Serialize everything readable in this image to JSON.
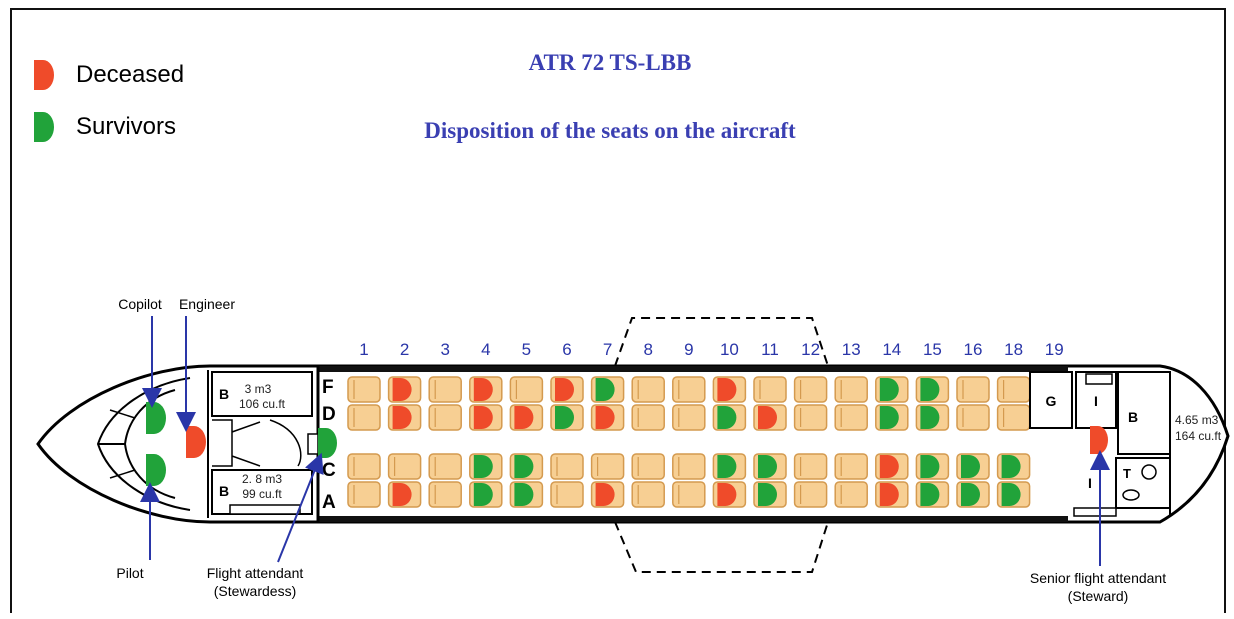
{
  "title": "ATR 72 TS-LBB",
  "subtitle": "Disposition of the seats on the aircraft",
  "legend": [
    {
      "label": "Deceased",
      "color": "#ef4b2a"
    },
    {
      "label": "Survivors",
      "color": "#21a33a"
    }
  ],
  "colors": {
    "deceased": "#ef4b2a",
    "survivor": "#21a33a",
    "empty_seat": "#f7cf93",
    "seat_outline": "#d49a4f",
    "title": "#3a3fb2",
    "arrow": "#2a36a8"
  },
  "row_numbers": [
    "1",
    "2",
    "3",
    "4",
    "5",
    "6",
    "7",
    "8",
    "9",
    "10",
    "11",
    "12",
    "13",
    "14",
    "15",
    "16",
    "18",
    "19"
  ],
  "column_letters": [
    "F",
    "D",
    "C",
    "A"
  ],
  "cabin_seats": {
    "F": [
      "",
      "deceased",
      "",
      "deceased",
      "",
      "deceased",
      "survivor",
      "",
      "",
      "deceased",
      "",
      "",
      "",
      "survivor",
      "survivor",
      "",
      ""
    ],
    "D": [
      "",
      "deceased",
      "",
      "deceased",
      "deceased",
      "survivor",
      "deceased",
      "",
      "",
      "survivor",
      "deceased",
      "",
      "",
      "survivor",
      "survivor",
      "",
      ""
    ],
    "C": [
      "",
      "",
      "",
      "survivor",
      "survivor",
      "",
      "",
      "",
      "",
      "survivor",
      "survivor",
      "",
      "",
      "deceased",
      "survivor",
      "survivor",
      "survivor"
    ],
    "A": [
      "",
      "deceased",
      "",
      "survivor",
      "survivor",
      "",
      "deceased",
      "",
      "",
      "deceased",
      "survivor",
      "",
      "",
      "deceased",
      "survivor",
      "survivor",
      "survivor"
    ]
  },
  "crew": {
    "copilot": {
      "label": "Copilot",
      "status": "survivor"
    },
    "pilot": {
      "label": "Pilot",
      "status": "survivor"
    },
    "engineer": {
      "label": "Engineer",
      "status": "deceased"
    },
    "stewardess": {
      "label_line1": "Flight attendant",
      "label_line2": "(Stewardess)",
      "status": "survivor"
    },
    "steward": {
      "label_line1": "Senior flight attendant",
      "label_line2": "(Steward)",
      "status": "deceased"
    }
  },
  "compartments": {
    "front_upper": {
      "letter": "B",
      "line1": "3 m3",
      "line2": "106 cu.ft"
    },
    "front_lower": {
      "letter": "B",
      "line1": "2. 8 m3",
      "line2": "99 cu.ft"
    },
    "galley": "G",
    "rear_i_upper": "I",
    "rear_i_lower": "I",
    "toilet": "T",
    "rear_b": {
      "letter": "B",
      "line1": "4.65 m3",
      "line2": "164 cu.ft"
    }
  }
}
